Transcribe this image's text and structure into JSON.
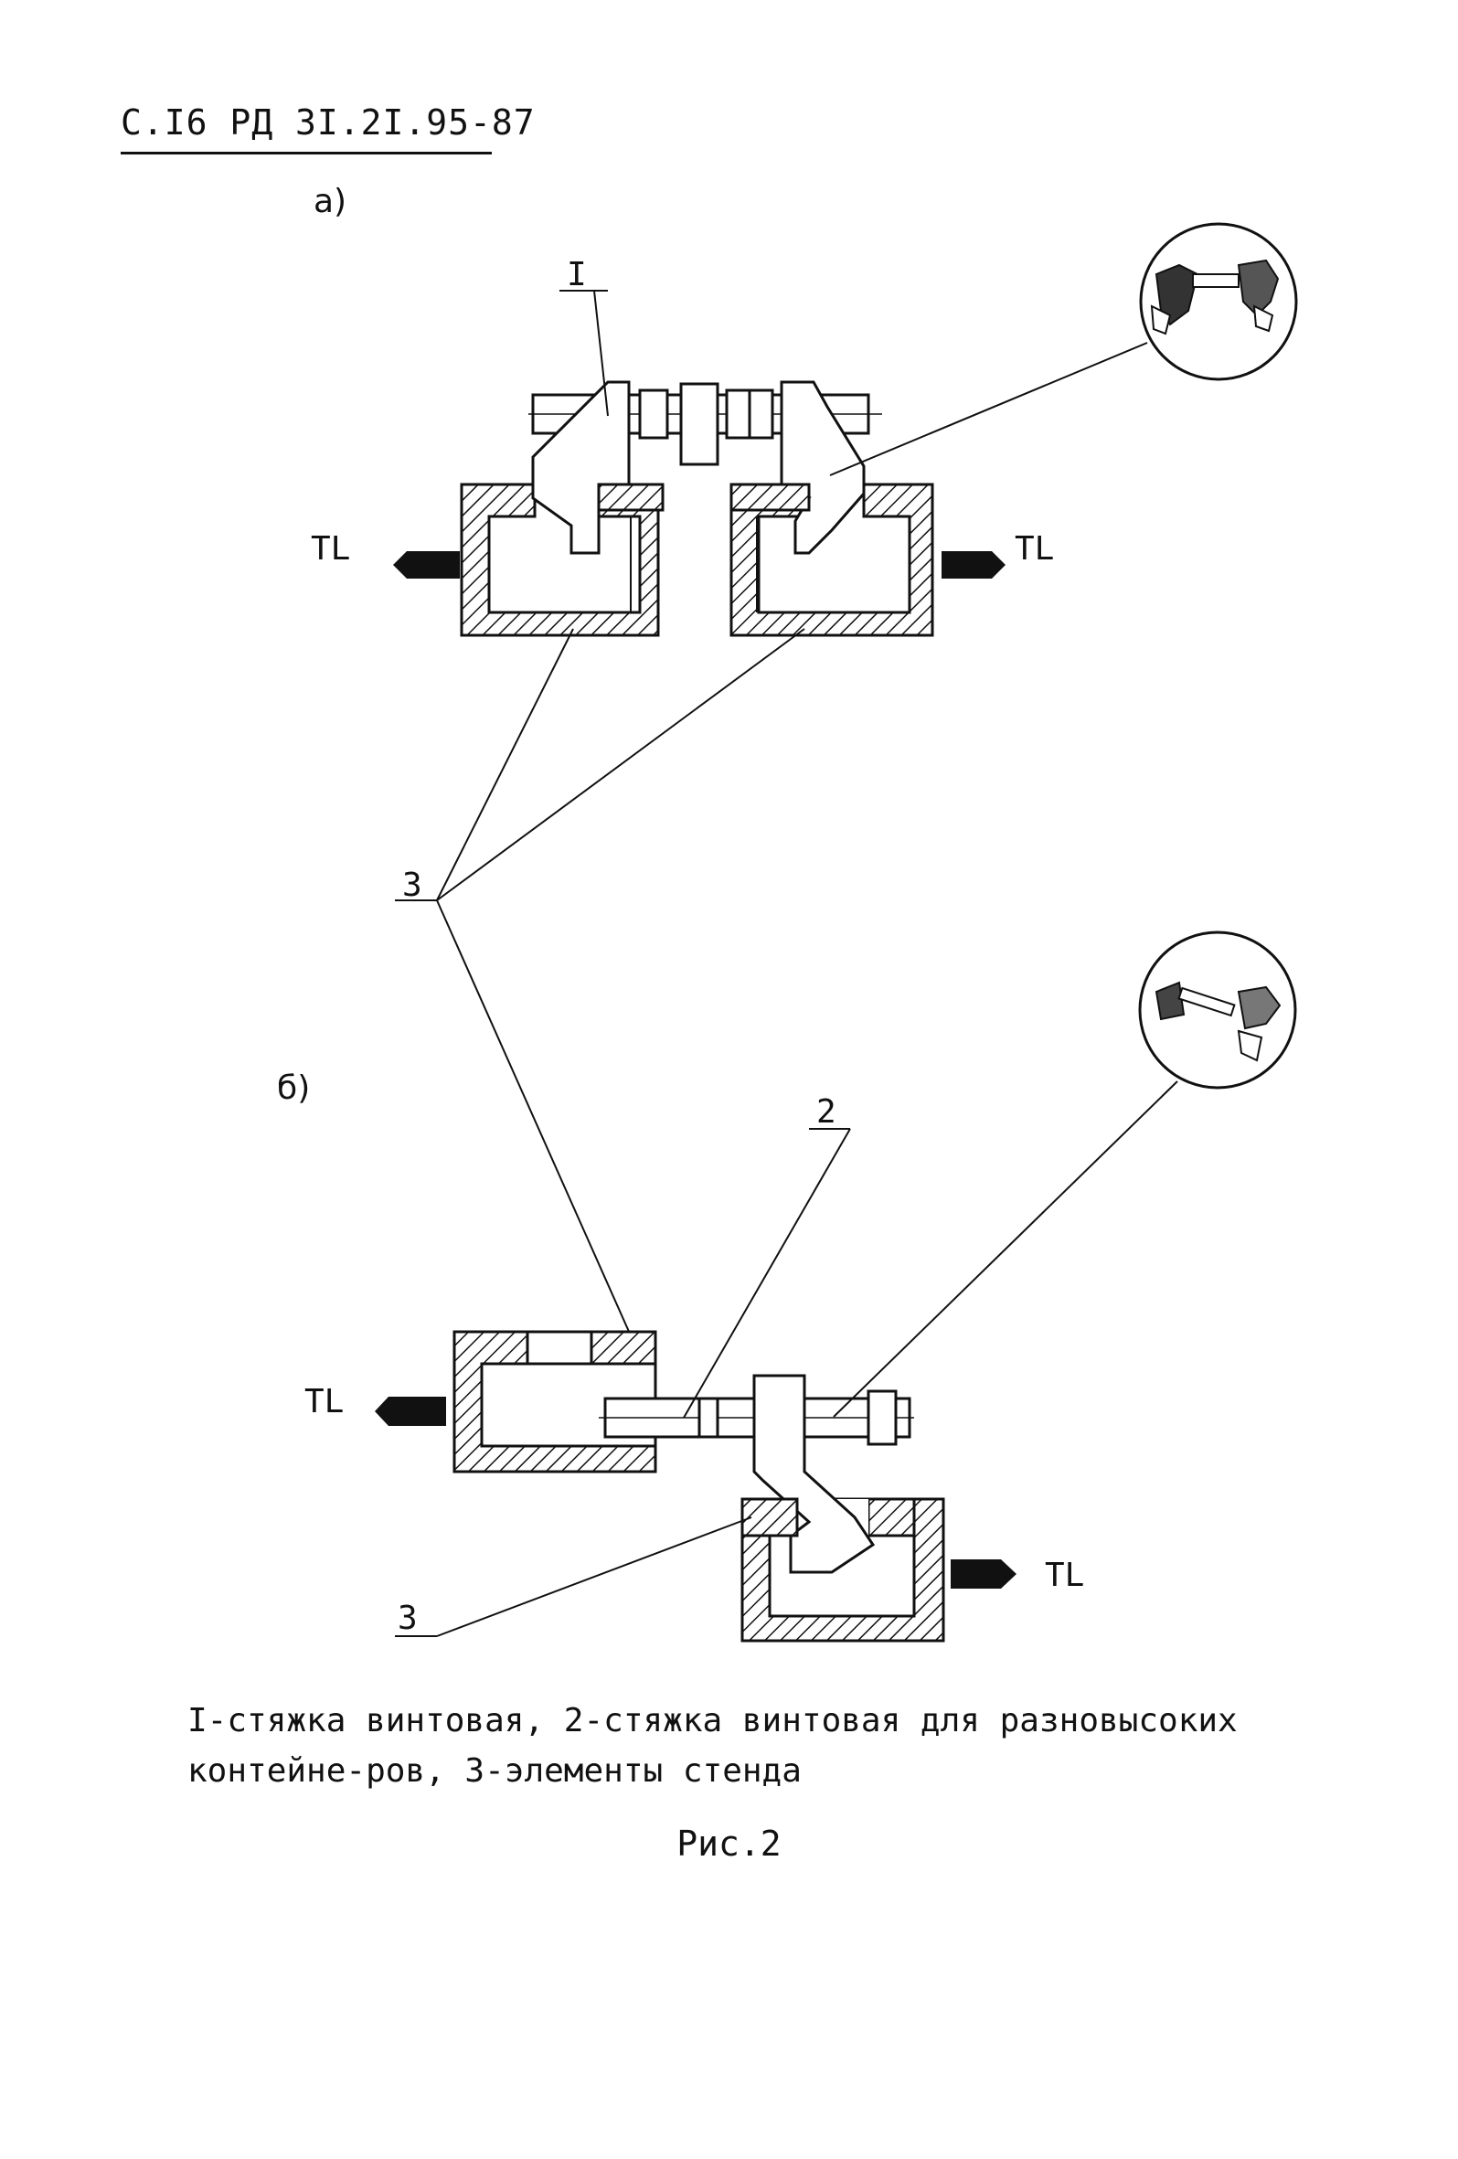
{
  "header": {
    "text": "С.I6 РД 3I.2I.95-87"
  },
  "figure": {
    "panel_a_label": "а)",
    "panel_b_label": "б)",
    "callouts": {
      "one": "I",
      "two": "2",
      "three_top": "3",
      "three_bottom": "3"
    },
    "force_label": "TL"
  },
  "caption": {
    "text": "I-стяжка винтовая, 2-стяжка винтовая для разновысоких контейне-ров, 3-элементы стенда"
  },
  "figure_title": "Рис.2"
}
